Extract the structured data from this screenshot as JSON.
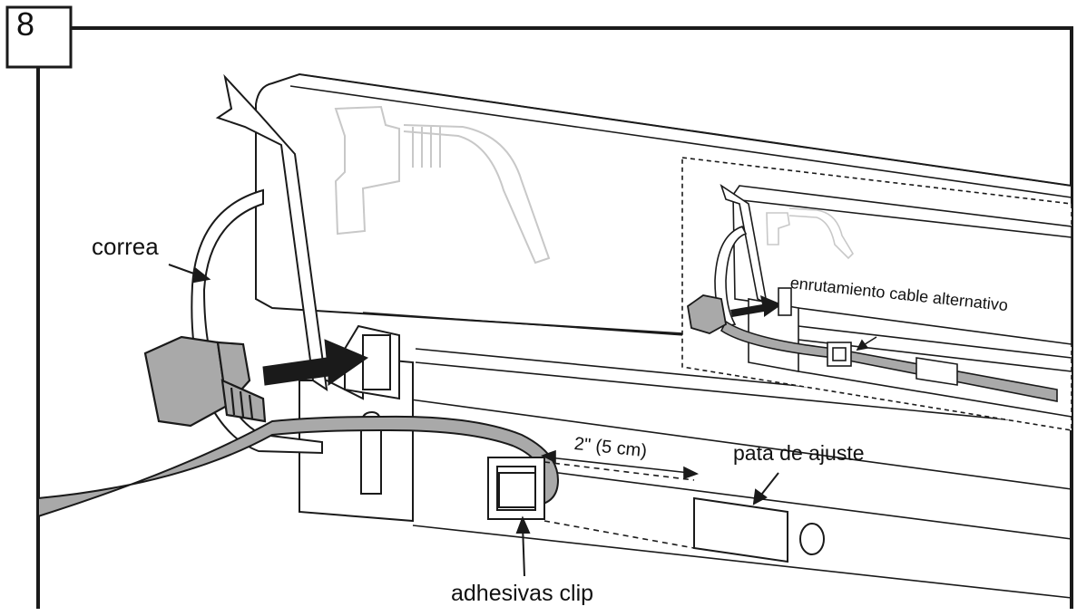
{
  "step_number": "8",
  "labels": {
    "strap": "correa",
    "alternate_routing": "enrutamiento cable alternativo",
    "distance": "2\" (5 cm)",
    "leveling_leg": "pata de ajuste",
    "adhesive_clip": "adhesivas clip"
  },
  "colors": {
    "line": "#1a1a1a",
    "cable_fill": "#a9a9a9",
    "panel_fill": "#ffffff",
    "faint_line": "#c8c8c8"
  },
  "icons": {
    "insert_arrow": "arrow-right-icon",
    "power_plug": "plug-icon"
  }
}
